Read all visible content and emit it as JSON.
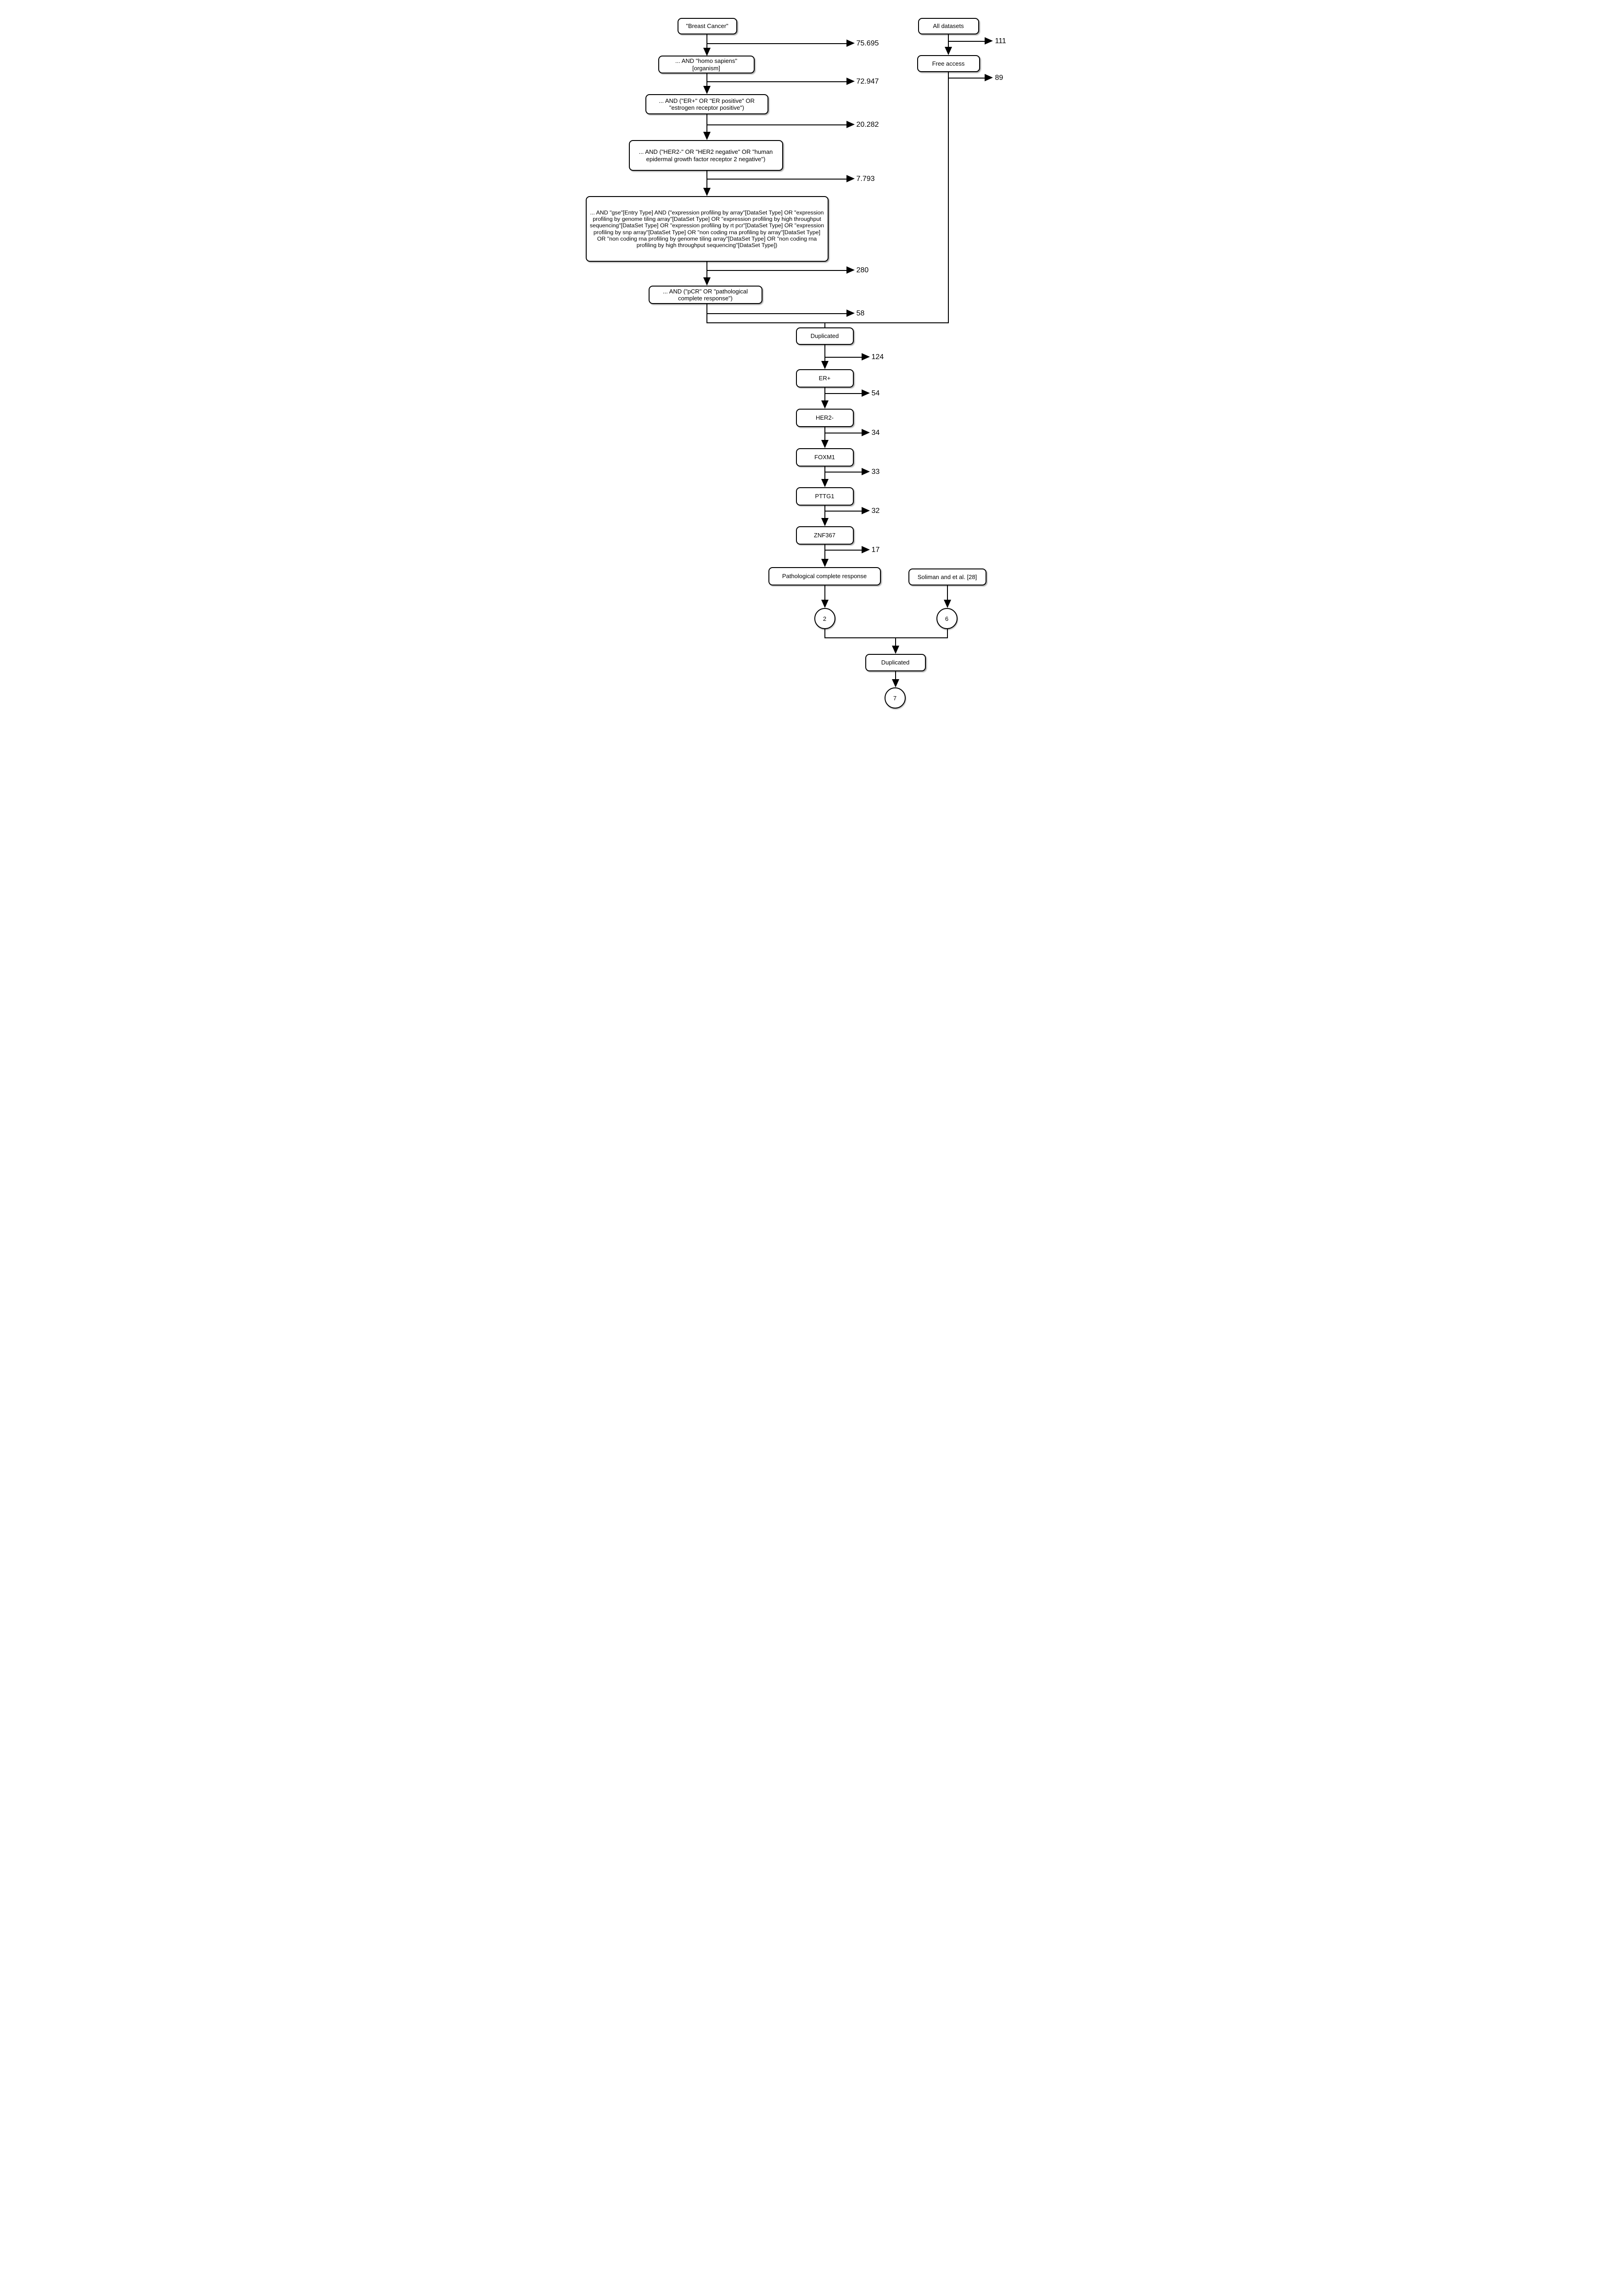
{
  "nodes": {
    "breast_cancer": {
      "label": "\"Breast Cancer\""
    },
    "homo_sapiens": {
      "label": "... AND \"homo sapiens\" [organism]"
    },
    "er_query": {
      "label": "... AND (\"ER+\" OR \"ER positive\" OR \"estrogen receptor positive\")"
    },
    "her2_query": {
      "label": "... AND (\"HER2-\" OR \"HER2 negative\" OR \"human epidermal growth factor receptor 2 negative\")"
    },
    "gse_query": {
      "label": "... AND \"gse\"[Entry Type] AND (\"expression profiling by array\"[DataSet Type] OR \"expression profiling by genome tiling array\"[DataSet Type] OR \"expression profiling by high throughput sequencing\"[DataSet Type] OR \"expression profiling by rt pcr\"[DataSet Type] OR \"expression profiling by snp array\"[DataSet Type] OR \"non coding rna profiling by array\"[DataSet Type] OR \"non coding rna profiling by genome tiling array\"[DataSet Type] OR \"non coding rna profiling by high throughput sequencing\"[DataSet Type])"
    },
    "pcr_query": {
      "label": "... AND (\"pCR\" OR \"pathological complete response\")"
    },
    "all_datasets": {
      "label": "All datasets"
    },
    "free_access": {
      "label": "Free access"
    },
    "duplicated_search": {
      "label": "Duplicated"
    },
    "er_plus": {
      "label": "ER+"
    },
    "her2_minus": {
      "label": "HER2-"
    },
    "foxm1": {
      "label": "FOXM1"
    },
    "pttg1": {
      "label": "PTTG1"
    },
    "znf367": {
      "label": "ZNF367"
    },
    "pcr_final": {
      "label": "Pathological complete response"
    },
    "soliman": {
      "label": "Soliman and et al. [28]"
    },
    "result_pcr": {
      "label": "2"
    },
    "result_soliman": {
      "label": "6"
    },
    "duplicated_final": {
      "label": "Duplicated"
    },
    "result_final": {
      "label": "7"
    }
  },
  "excluded_counts": {
    "breast_cancer": "75.695",
    "homo_sapiens": "72.947",
    "er_query": "20.282",
    "her2_query": "7.793",
    "gse_query": "280",
    "pcr_query": "58",
    "all_datasets": "111",
    "free_access": "89",
    "duplicated_search": "124",
    "er_plus": "54",
    "her2_minus": "34",
    "foxm1": "33",
    "pttg1": "32",
    "znf367": "17"
  }
}
